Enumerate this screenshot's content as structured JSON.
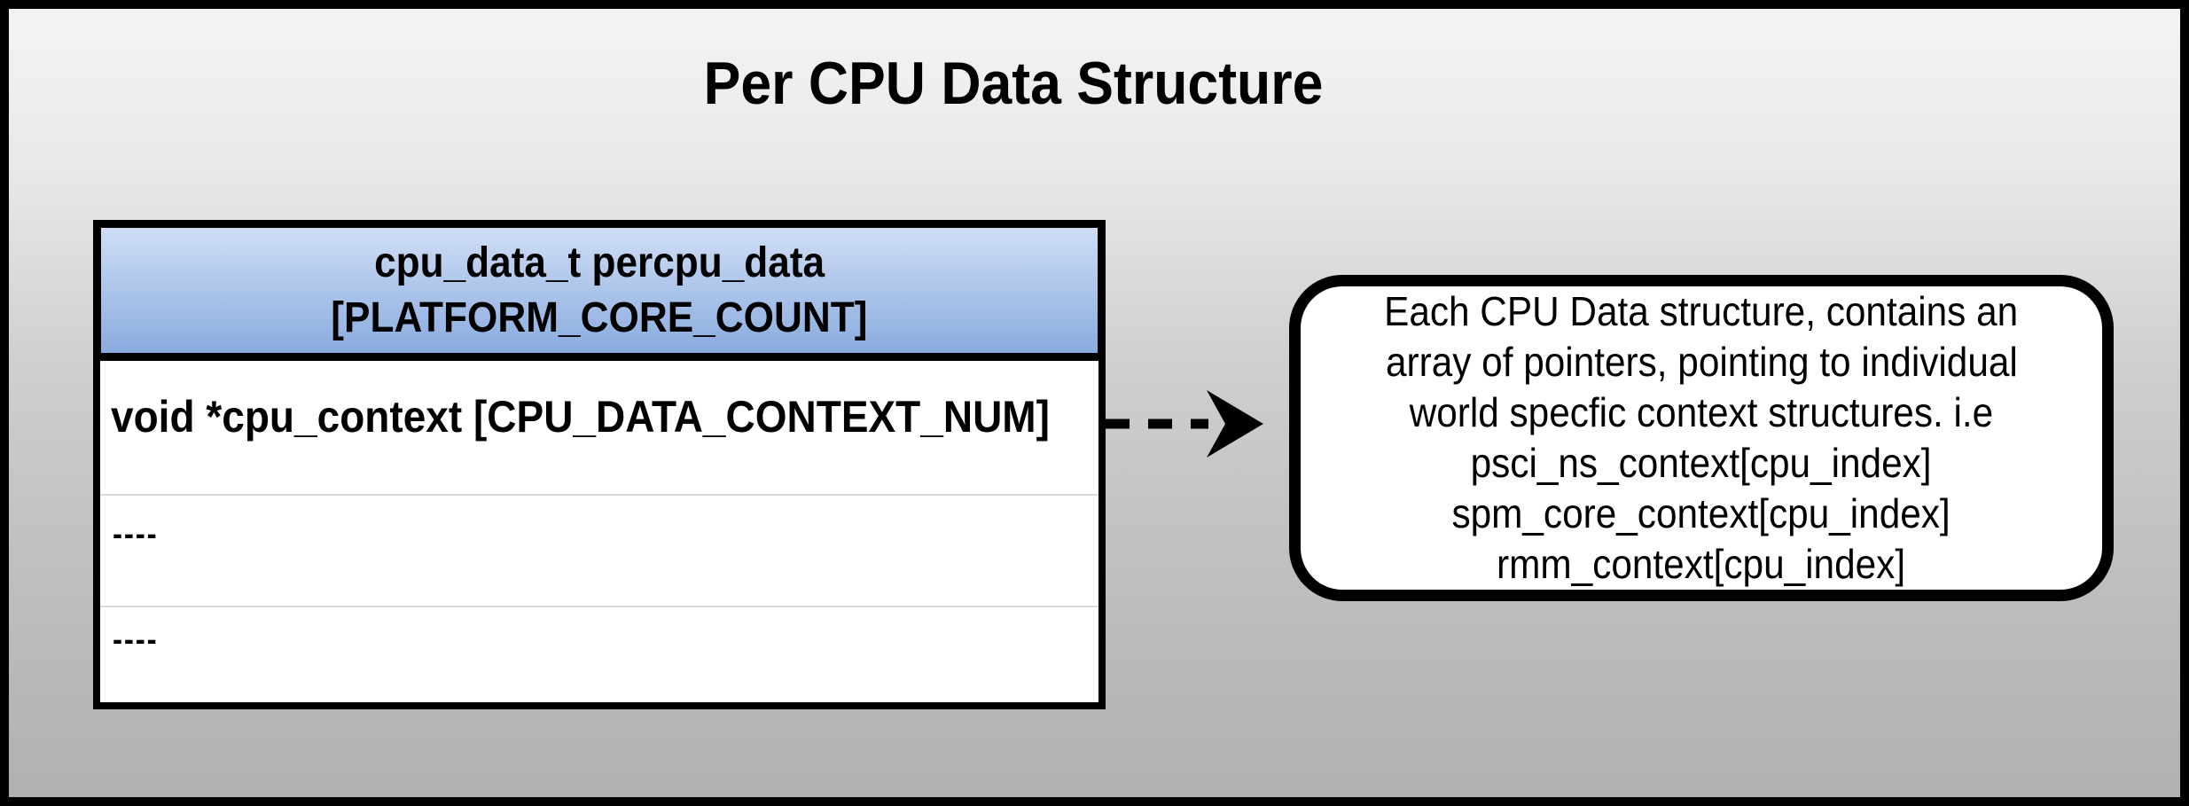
{
  "title": "Per CPU Data Structure",
  "table": {
    "header_line1": "cpu_data_t percpu_data",
    "header_line2": "[PLATFORM_CORE_COUNT]",
    "rows": [
      "void *cpu_context [CPU_DATA_CONTEXT_NUM]",
      "----",
      "----"
    ]
  },
  "note": {
    "lines": [
      "Each CPU Data structure, contains an",
      "array of pointers, pointing to individual",
      "world specfic context structures. i.e",
      "psci_ns_context[cpu_index]",
      "spm_core_context[cpu_index]",
      "rmm_context[cpu_index]"
    ]
  },
  "icons": {
    "arrow": "dashed-right-arrow"
  },
  "colors": {
    "bg_top": "#f4f4f4",
    "bg_bottom": "#b1b1b1",
    "header_top": "#cfdef5",
    "header_bottom": "#8aabdf",
    "separator": "#d9d9d9",
    "line_color": "#000000"
  }
}
